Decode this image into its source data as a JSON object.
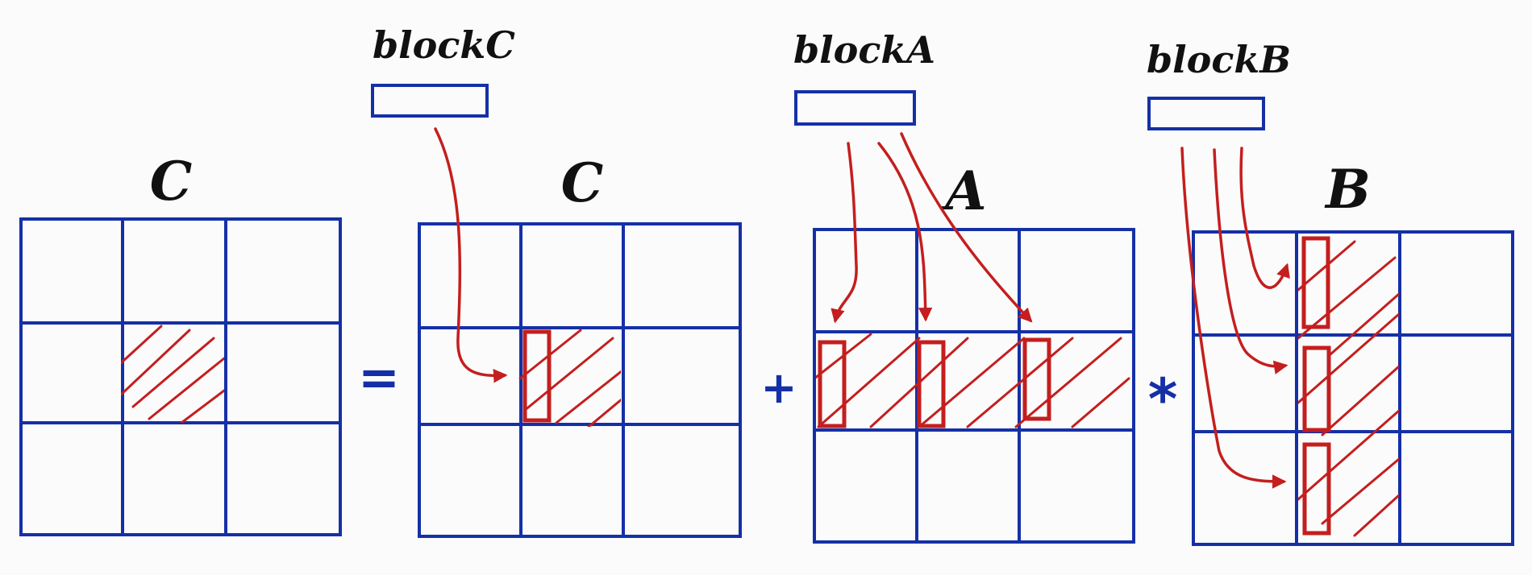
{
  "colors": {
    "grid": "#1530a6",
    "highlight": "#c41e1e",
    "ink": "#111111",
    "background": "#fbfbfb"
  },
  "buffers": [
    {
      "label": "blockC"
    },
    {
      "label": "blockA"
    },
    {
      "label": "blockB"
    }
  ],
  "matrices": [
    {
      "label": "C"
    },
    {
      "label": "C"
    },
    {
      "label": "A"
    },
    {
      "label": "B"
    }
  ],
  "operators": {
    "equals": "=",
    "plus": "+",
    "times": "*"
  }
}
